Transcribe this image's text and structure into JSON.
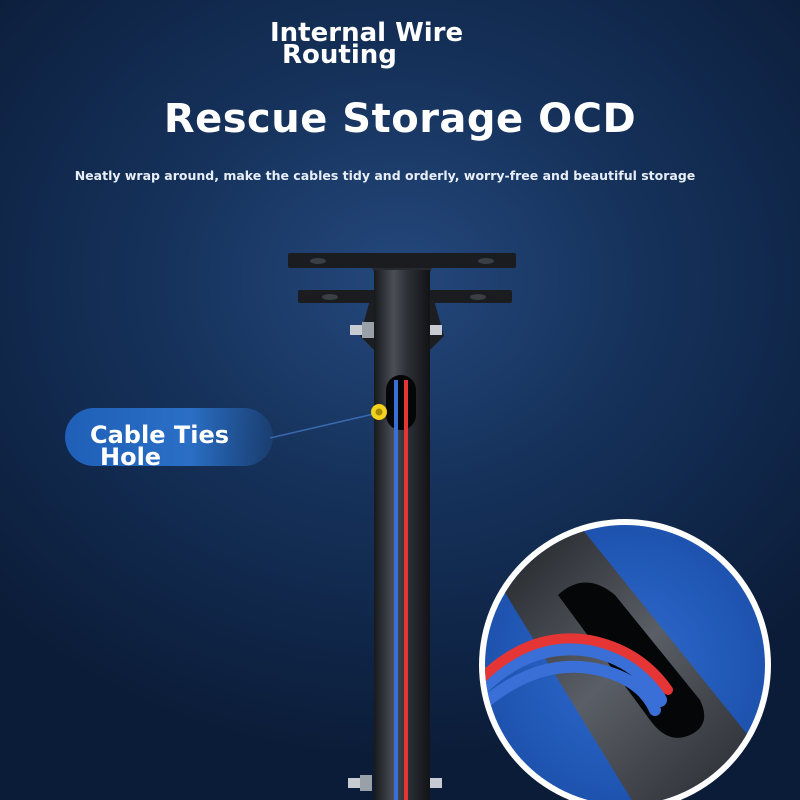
{
  "header": {
    "eyebrow_line1": "Internal Wire",
    "eyebrow_line2": "Routing",
    "title": "Rescue Storage OCD",
    "subtitle": "Neatly wrap around, make the cables tidy and orderly, worry-free and beautiful storage"
  },
  "callout": {
    "line1": "Cable Ties",
    "line2": "Hole"
  },
  "colors": {
    "background": "#15315a",
    "pole": "#2a2d33",
    "wire_red": "#e53535",
    "wire_blue": "#3a6fd8",
    "marker": "#f2d21c",
    "callout": "#2a6fc6"
  },
  "icons": {
    "marker": "cable-tie-hole-marker-icon"
  }
}
